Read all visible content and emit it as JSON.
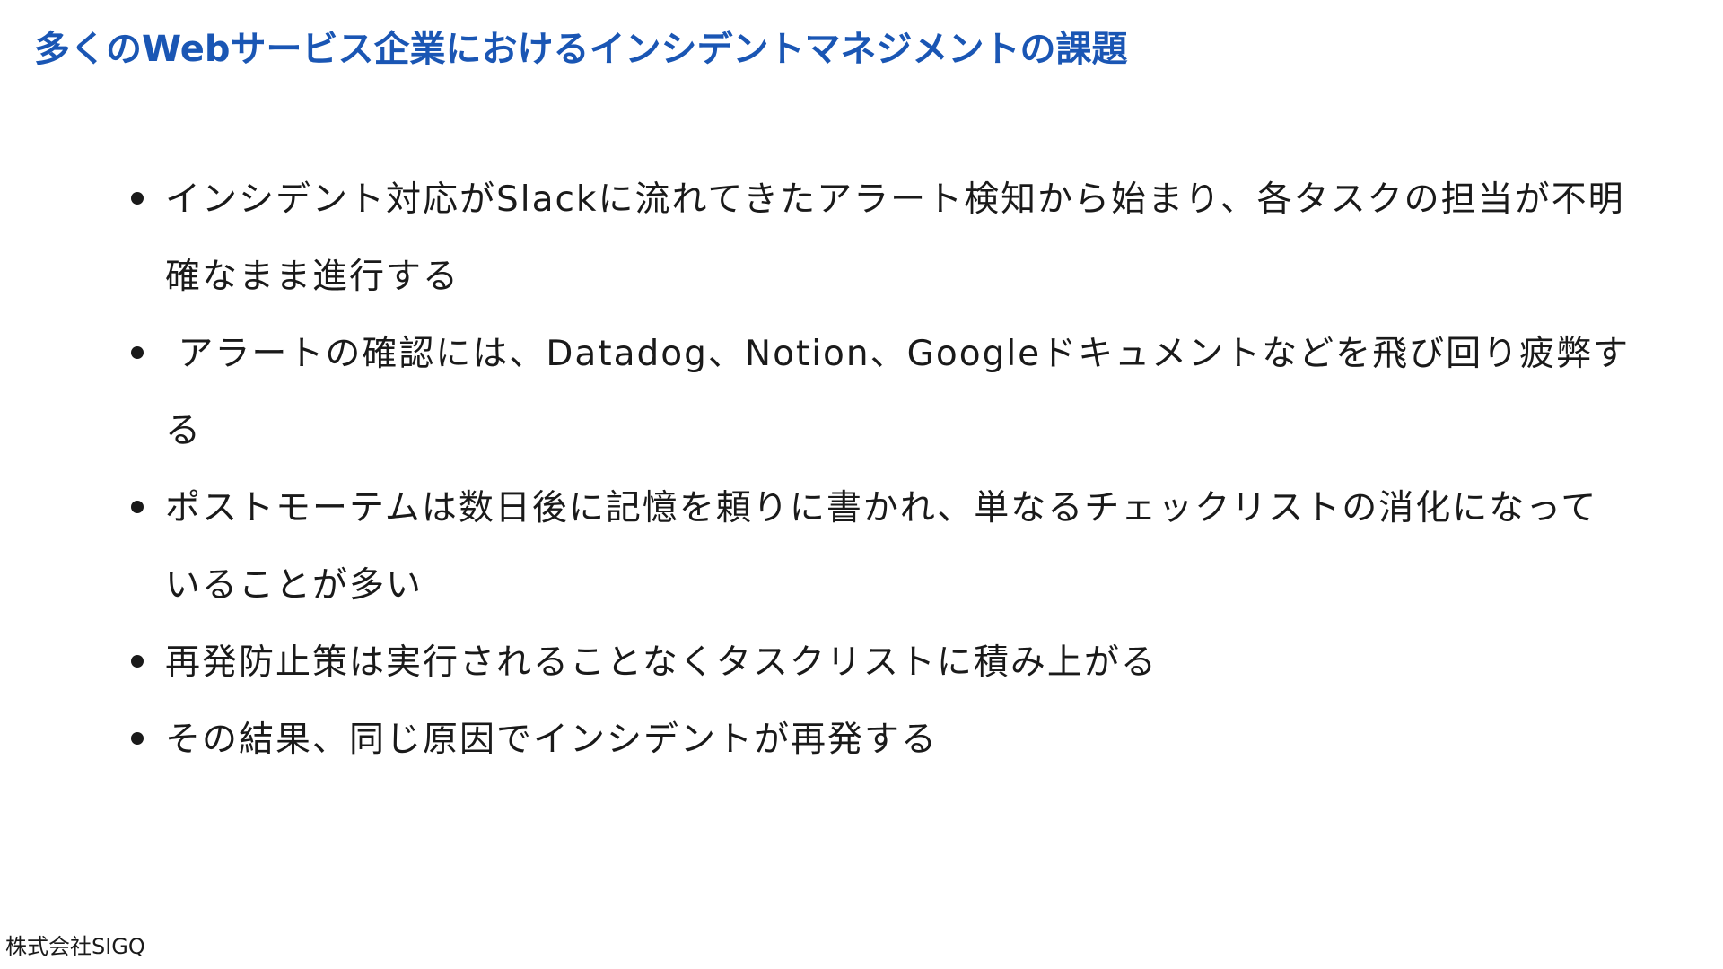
{
  "slide": {
    "title": "多くのWebサービス企業におけるインシデントマネジメントの課題",
    "bullets": [
      "インシデント対応がSlackに流れてきたアラート検知から始まり、各タスクの担当が不明確なまま進行する",
      " アラートの確認には、Datadog、Notion、Googleドキュメントなどを飛び回り疲弊する",
      "ポストモーテムは数日後に記憶を頼りに書かれ、単なるチェックリストの消化になっていることが多い",
      "再発防止策は実行されることなくタスクリストに積み上がる",
      "その結果、同じ原因でインシデントが再発する"
    ],
    "footer": "株式会社SIGQ"
  }
}
